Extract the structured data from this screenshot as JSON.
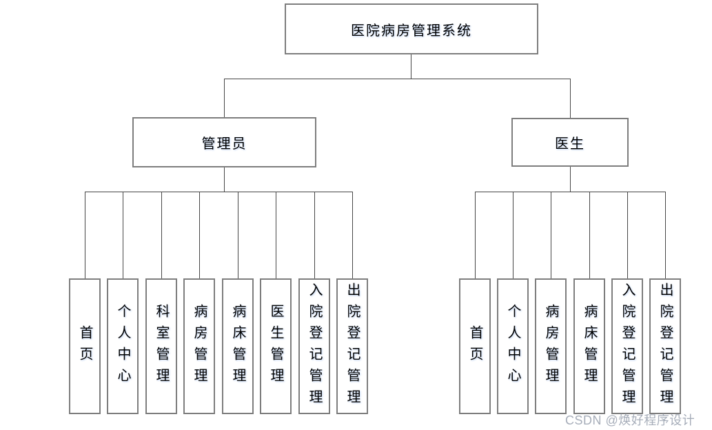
{
  "diagram": {
    "title": "医院病房管理系统",
    "root": {
      "label": "医院病房管理系统"
    },
    "branches": [
      {
        "label": "管理员",
        "children": [
          "首页",
          "个人中心",
          "科室管理",
          "病房管理",
          "病床管理",
          "医生管理",
          "入院登记管理",
          "出院登记管理"
        ]
      },
      {
        "label": "医生",
        "children": [
          "首页",
          "个人中心",
          "病房管理",
          "病床管理",
          "入院登记管理",
          "出院登记管理"
        ]
      }
    ],
    "colors": {
      "box_border": "#7d7d7d",
      "line": "#454545",
      "text": "#000000",
      "background": "#ffffff"
    }
  },
  "watermark": {
    "text": "CSDN @焕好程序设计"
  }
}
